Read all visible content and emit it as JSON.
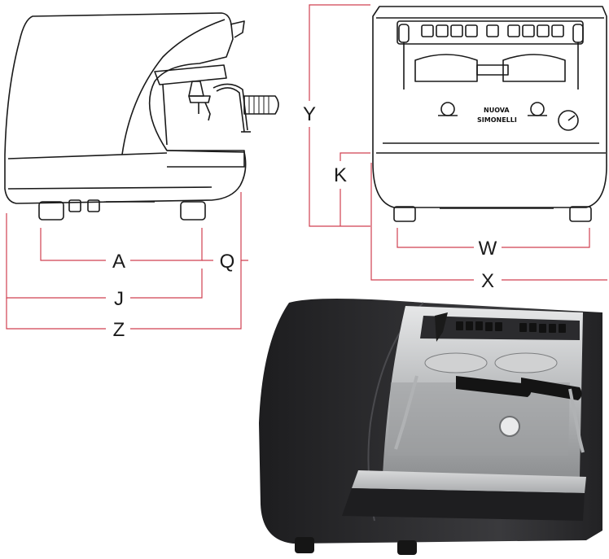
{
  "dimensions": {
    "A": "A",
    "J": "J",
    "Z": "Z",
    "Q": "Q",
    "Y": "Y",
    "K": "K",
    "W": "W",
    "X": "X"
  },
  "brand": {
    "line1": "NUOVA",
    "line2": "SIMONELLI"
  },
  "colors": {
    "dimension_line": "#d04050",
    "outline": "#1a1a1a",
    "machine_body": "#2a2a2c",
    "steel": "#c9cbcd"
  }
}
